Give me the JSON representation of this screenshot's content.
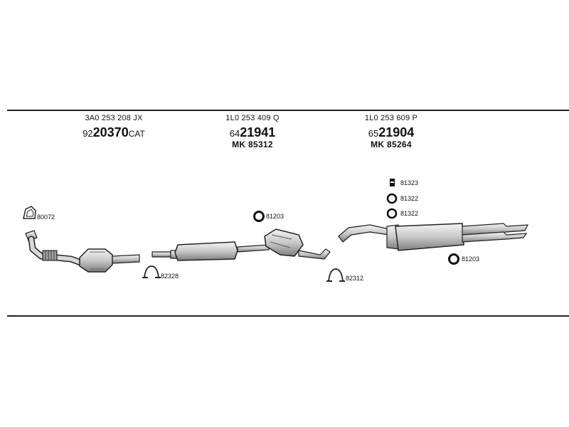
{
  "sections": [
    {
      "oe_ref": "3A0 253 208 JX",
      "pn_prefix": "92",
      "pn_main": "20370",
      "pn_suffix": "CAT",
      "mk_ref": ""
    },
    {
      "oe_ref": "1L0 253 409 Q",
      "pn_prefix": "64",
      "pn_main": "21941",
      "pn_suffix": "",
      "mk_ref": "MK  85312"
    },
    {
      "oe_ref": "1L0 253 609 P",
      "pn_prefix": "65",
      "pn_main": "21904",
      "pn_suffix": "",
      "mk_ref": "MK  85264"
    }
  ],
  "parts": {
    "gasket_front": "80072",
    "clamp_front": "82328",
    "ring_center": "81203",
    "clamp_center": "82312",
    "mount_top": "81323",
    "ring_rear_1": "81322",
    "ring_rear_2": "81322",
    "ring_rear_bottom": "81203"
  },
  "colors": {
    "line": "#222222",
    "part_fill": "#dcdcdc",
    "part_shade": "#8a8a8a"
  }
}
